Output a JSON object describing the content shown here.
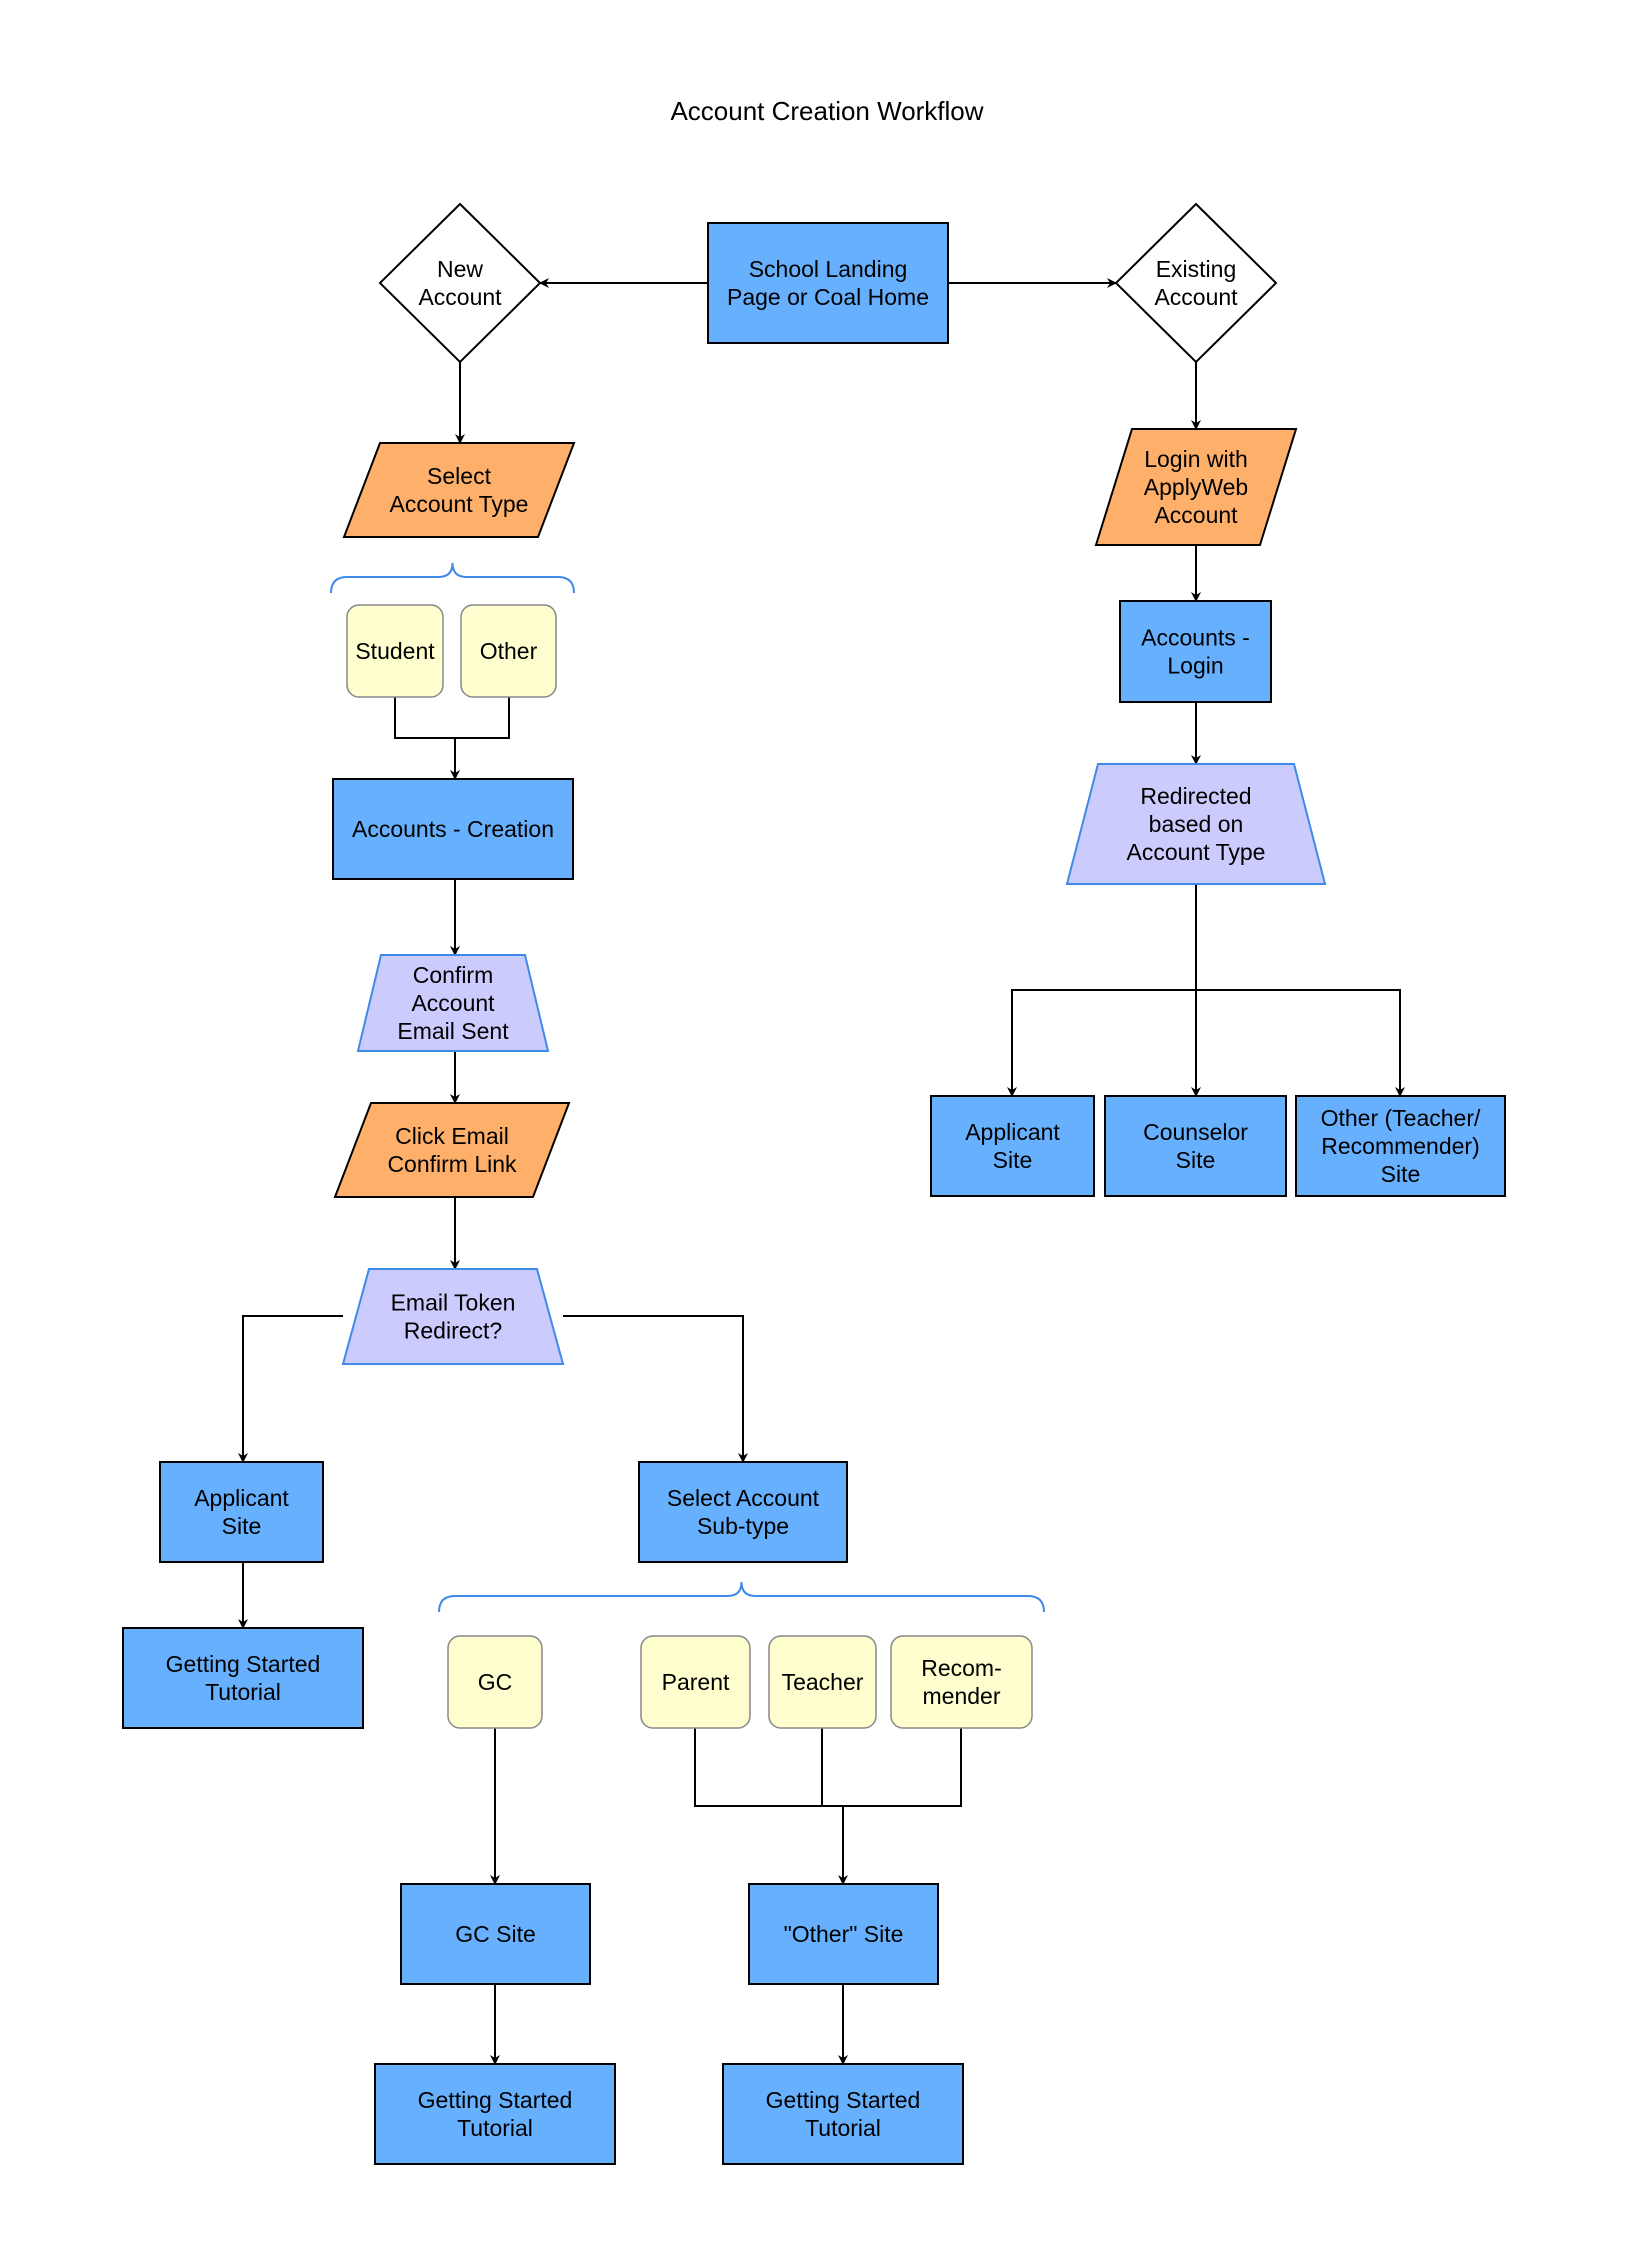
{
  "diagram": {
    "title": "Account Creation Workflow",
    "colors": {
      "process": "#66b0fe",
      "io": "#feb06b",
      "manual": "#cccbfe",
      "option": "#fefece",
      "decision": "#ffffff",
      "brace": "#3d8ae8",
      "stroke": "#000000"
    },
    "nodes": [
      {
        "id": "school_landing",
        "kind": "process",
        "lines": [
          "School Landing",
          "Page or Coal Home"
        ]
      },
      {
        "id": "new_account",
        "kind": "decision",
        "lines": [
          "New",
          "Account"
        ]
      },
      {
        "id": "existing_account",
        "kind": "decision",
        "lines": [
          "Existing",
          "Account"
        ]
      },
      {
        "id": "select_account_type",
        "kind": "io",
        "lines": [
          "Select",
          "Account Type"
        ]
      },
      {
        "id": "student",
        "kind": "option",
        "lines": [
          "Student"
        ]
      },
      {
        "id": "other",
        "kind": "option",
        "lines": [
          "Other"
        ]
      },
      {
        "id": "accounts_creation",
        "kind": "process",
        "lines": [
          "Accounts - Creation"
        ]
      },
      {
        "id": "confirm_email_sent",
        "kind": "manual",
        "lines": [
          "Confirm",
          "Account",
          "Email Sent"
        ]
      },
      {
        "id": "click_email_confirm",
        "kind": "io",
        "lines": [
          "Click Email",
          "Confirm Link"
        ]
      },
      {
        "id": "email_token_redirect",
        "kind": "manual",
        "lines": [
          "Email Token",
          "Redirect?"
        ]
      },
      {
        "id": "applicant_site_left",
        "kind": "process",
        "lines": [
          "Applicant",
          "Site"
        ]
      },
      {
        "id": "getting_started_left",
        "kind": "process",
        "lines": [
          "Getting Started",
          "Tutorial"
        ]
      },
      {
        "id": "select_subtype",
        "kind": "process",
        "lines": [
          "Select Account",
          "Sub-type"
        ]
      },
      {
        "id": "gc",
        "kind": "option",
        "lines": [
          "GC"
        ]
      },
      {
        "id": "parent",
        "kind": "option",
        "lines": [
          "Parent"
        ]
      },
      {
        "id": "teacher",
        "kind": "option",
        "lines": [
          "Teacher"
        ]
      },
      {
        "id": "recommender",
        "kind": "option",
        "lines": [
          "Recom-",
          "mender"
        ]
      },
      {
        "id": "gc_site",
        "kind": "process",
        "lines": [
          "GC Site"
        ]
      },
      {
        "id": "other_site",
        "kind": "process",
        "lines": [
          "\"Other\" Site"
        ]
      },
      {
        "id": "getting_started_gc",
        "kind": "process",
        "lines": [
          "Getting Started",
          "Tutorial"
        ]
      },
      {
        "id": "getting_started_other",
        "kind": "process",
        "lines": [
          "Getting Started",
          "Tutorial"
        ]
      },
      {
        "id": "login_applyweb",
        "kind": "io",
        "lines": [
          "Login with",
          "ApplyWeb",
          "Account"
        ]
      },
      {
        "id": "accounts_login",
        "kind": "process",
        "lines": [
          "Accounts -",
          "Login"
        ]
      },
      {
        "id": "redirected",
        "kind": "manual",
        "lines": [
          "Redirected",
          "based on",
          "Account Type"
        ]
      },
      {
        "id": "applicant_site_right",
        "kind": "process",
        "lines": [
          "Applicant",
          "Site"
        ]
      },
      {
        "id": "counselor_site",
        "kind": "process",
        "lines": [
          "Counselor",
          "Site"
        ]
      },
      {
        "id": "other_teacher_site",
        "kind": "process",
        "lines": [
          "Other (Teacher/",
          "Recommender)",
          "Site"
        ]
      }
    ],
    "edges": [
      {
        "from": "school_landing",
        "to": "new_account"
      },
      {
        "from": "school_landing",
        "to": "existing_account"
      },
      {
        "from": "new_account",
        "to": "select_account_type"
      },
      {
        "from": "student",
        "to": "accounts_creation"
      },
      {
        "from": "other",
        "to": "accounts_creation"
      },
      {
        "from": "accounts_creation",
        "to": "confirm_email_sent"
      },
      {
        "from": "confirm_email_sent",
        "to": "click_email_confirm"
      },
      {
        "from": "click_email_confirm",
        "to": "email_token_redirect"
      },
      {
        "from": "email_token_redirect",
        "to": "applicant_site_left"
      },
      {
        "from": "email_token_redirect",
        "to": "select_subtype"
      },
      {
        "from": "applicant_site_left",
        "to": "getting_started_left"
      },
      {
        "from": "gc",
        "to": "gc_site"
      },
      {
        "from": "parent",
        "to": "other_site"
      },
      {
        "from": "teacher",
        "to": "other_site"
      },
      {
        "from": "recommender",
        "to": "other_site"
      },
      {
        "from": "gc_site",
        "to": "getting_started_gc"
      },
      {
        "from": "other_site",
        "to": "getting_started_other"
      },
      {
        "from": "existing_account",
        "to": "login_applyweb"
      },
      {
        "from": "login_applyweb",
        "to": "accounts_login"
      },
      {
        "from": "accounts_login",
        "to": "redirected"
      },
      {
        "from": "redirected",
        "to": "applicant_site_right"
      },
      {
        "from": "redirected",
        "to": "counselor_site"
      },
      {
        "from": "redirected",
        "to": "other_teacher_site"
      }
    ]
  }
}
